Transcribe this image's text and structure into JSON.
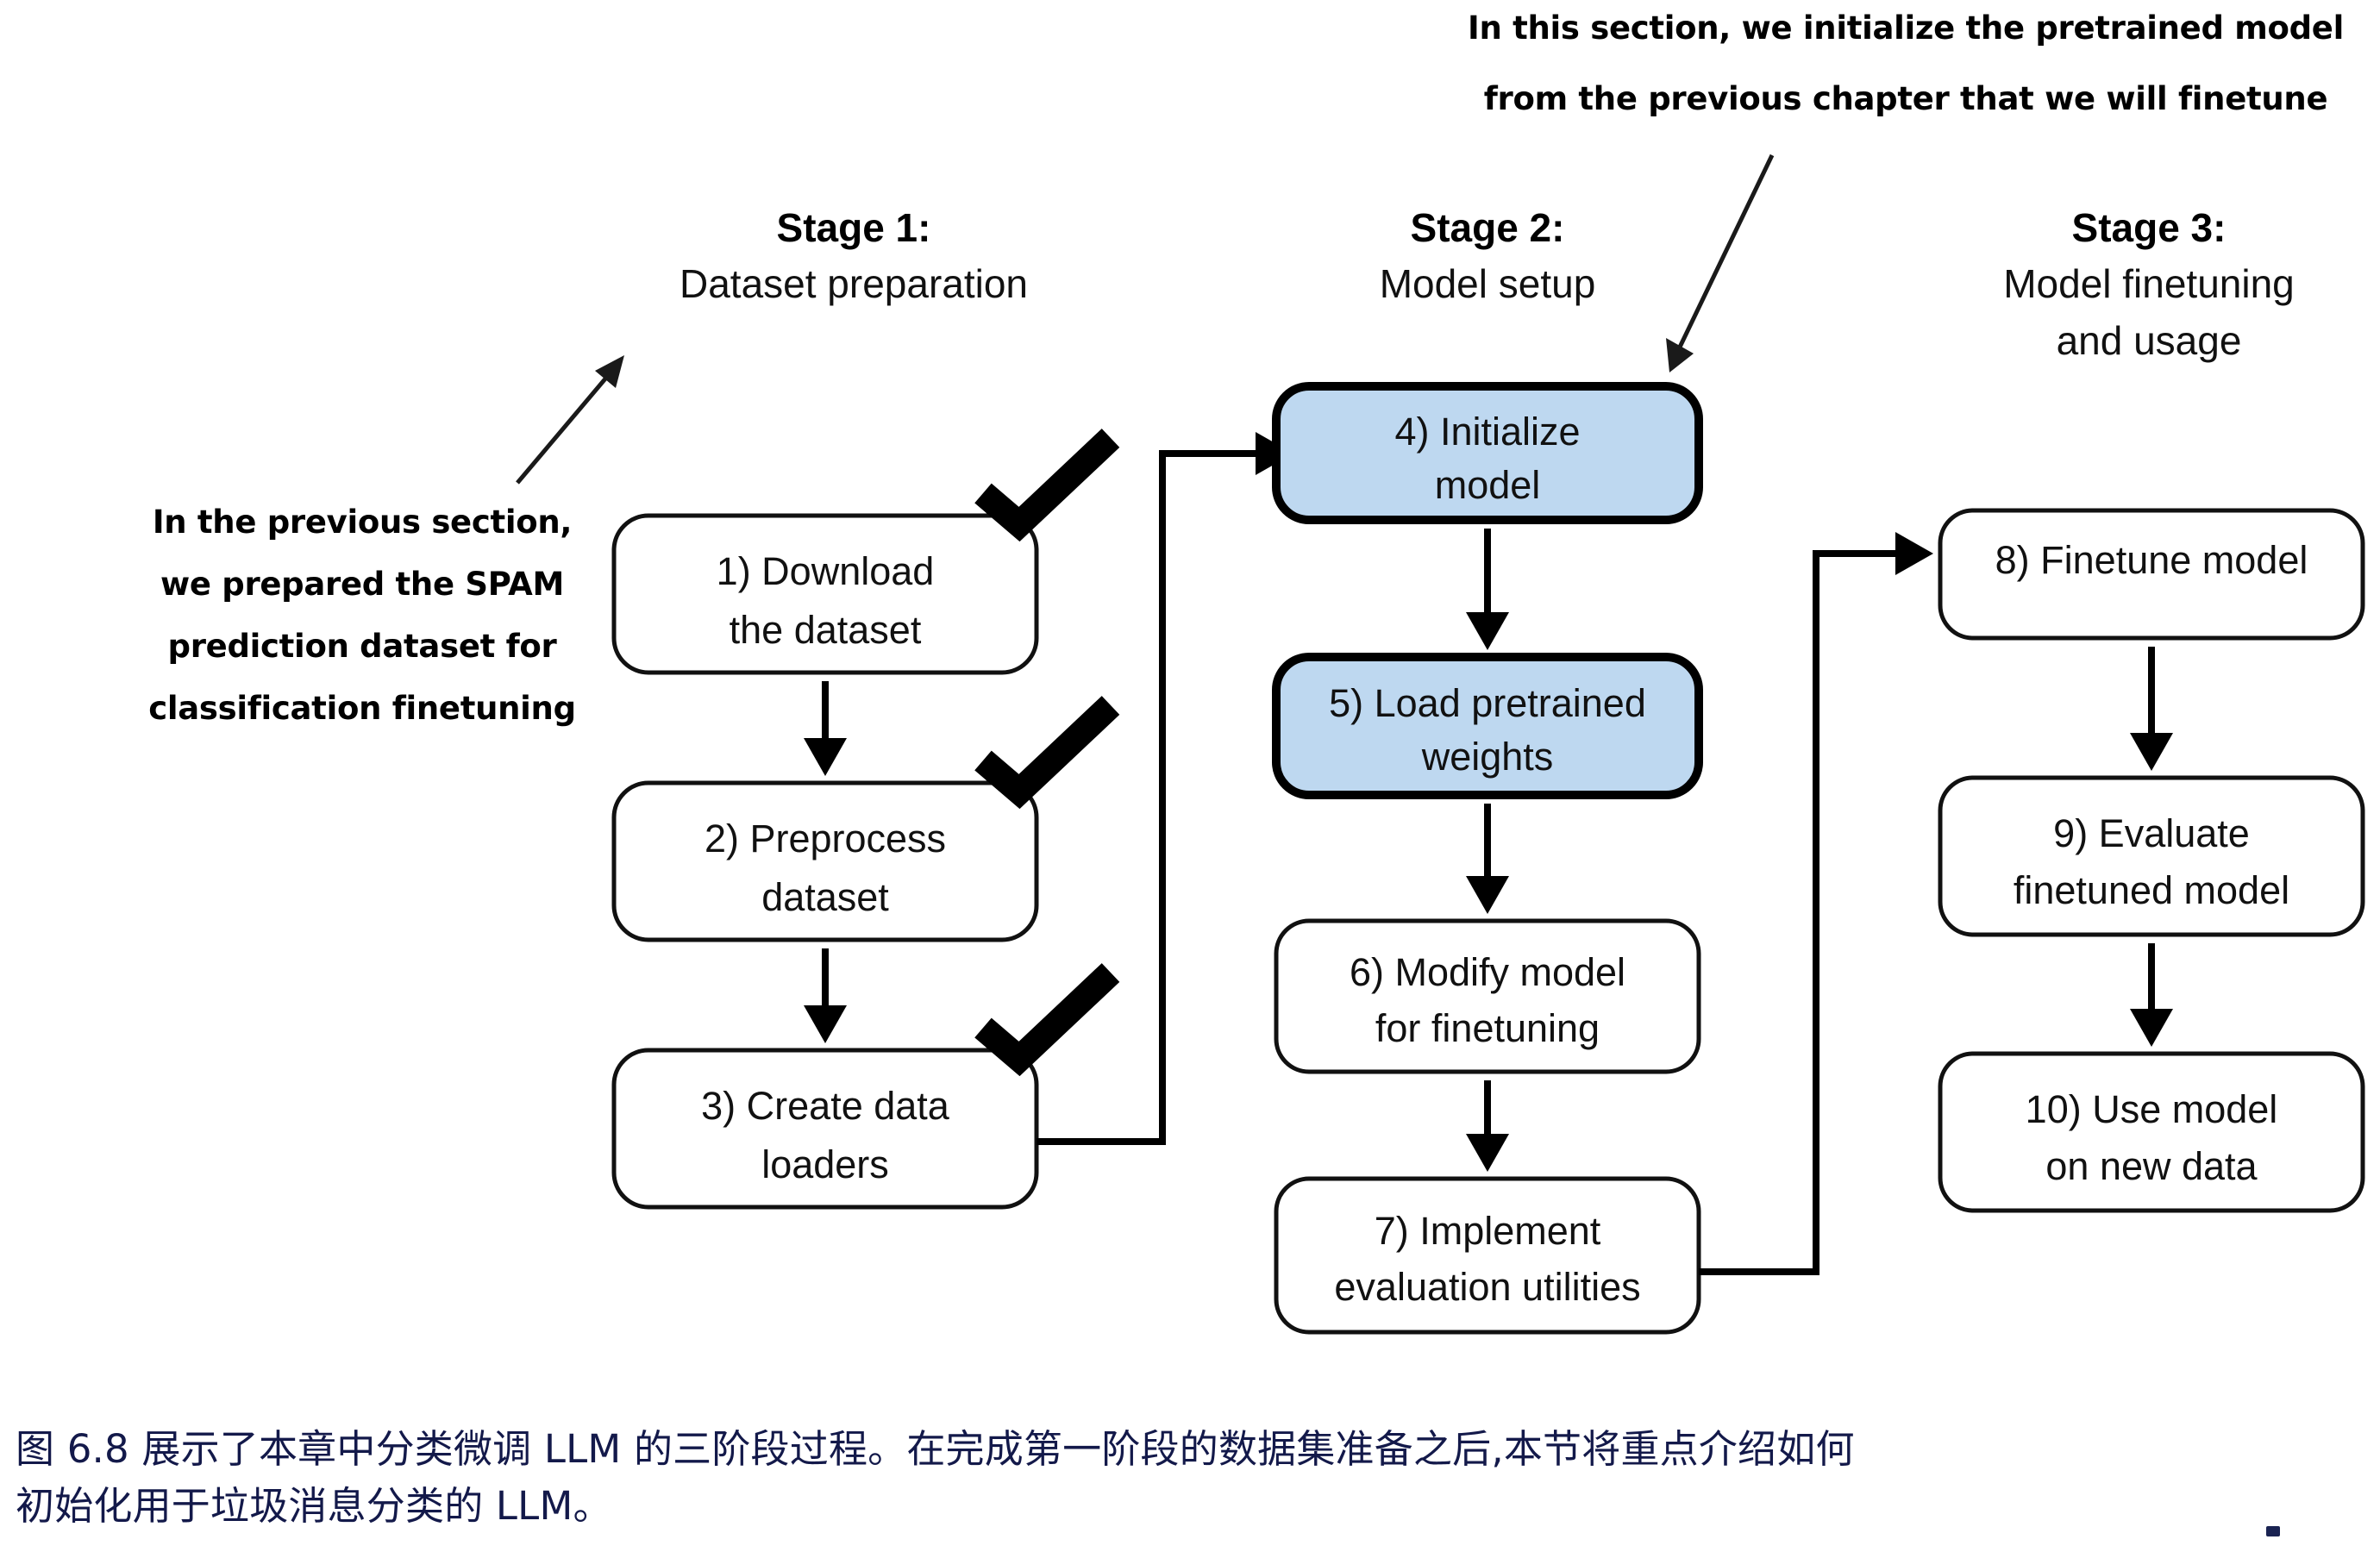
{
  "figure": {
    "stages": [
      {
        "title": "Stage 1:",
        "subtitle_lines": [
          "Dataset preparation"
        ]
      },
      {
        "title": "Stage 2:",
        "subtitle_lines": [
          "Model setup"
        ]
      },
      {
        "title": "Stage 3:",
        "subtitle_lines": [
          "Model finetuning",
          "and usage"
        ]
      }
    ],
    "nodes": [
      {
        "id": "n1",
        "stage": 1,
        "lines": [
          "1) Download",
          "the dataset"
        ],
        "highlighted": false,
        "checked": true
      },
      {
        "id": "n2",
        "stage": 1,
        "lines": [
          "2) Preprocess",
          "dataset"
        ],
        "highlighted": false,
        "checked": true
      },
      {
        "id": "n3",
        "stage": 1,
        "lines": [
          "3) Create data",
          "loaders"
        ],
        "highlighted": false,
        "checked": true
      },
      {
        "id": "n4",
        "stage": 2,
        "lines": [
          "4) Initialize",
          "model"
        ],
        "highlighted": true,
        "checked": false
      },
      {
        "id": "n5",
        "stage": 2,
        "lines": [
          "5) Load pretrained",
          "weights"
        ],
        "highlighted": true,
        "checked": false
      },
      {
        "id": "n6",
        "stage": 2,
        "lines": [
          "6) Modify model",
          "for finetuning"
        ],
        "highlighted": false,
        "checked": false
      },
      {
        "id": "n7",
        "stage": 2,
        "lines": [
          "7) Implement",
          "evaluation utilities"
        ],
        "highlighted": false,
        "checked": false
      },
      {
        "id": "n8",
        "stage": 3,
        "lines": [
          "8) Finetune model"
        ],
        "highlighted": false,
        "checked": false
      },
      {
        "id": "n9",
        "stage": 3,
        "lines": [
          "9) Evaluate",
          "finetuned model"
        ],
        "highlighted": false,
        "checked": false
      },
      {
        "id": "n10",
        "stage": 3,
        "lines": [
          "10) Use model",
          "on new data"
        ],
        "highlighted": false,
        "checked": false
      }
    ],
    "annotations": {
      "top": {
        "lines": [
          "In this section, we initialize the pretrained model",
          "from the previous chapter that we will finetune"
        ],
        "points_to": "4) Initialize model"
      },
      "left": {
        "lines": [
          "In the previous section,",
          "we prepared the SPAM",
          "prediction dataset for",
          "classification finetuning"
        ],
        "points_to": "Stage 1: Dataset preparation"
      }
    },
    "colors": {
      "highlight_fill": "#bed8f0",
      "box_stroke": "#111111",
      "background": "#ffffff",
      "caption_text": "#13194a"
    }
  },
  "caption": {
    "line1": "图 6.8 展示了本章中分类微调 LLM 的三阶段过程。在完成第一阶段的数据集准备之后,本节将重点介绍如何",
    "line2": "初始化用于垃圾消息分类的 LLM。"
  }
}
